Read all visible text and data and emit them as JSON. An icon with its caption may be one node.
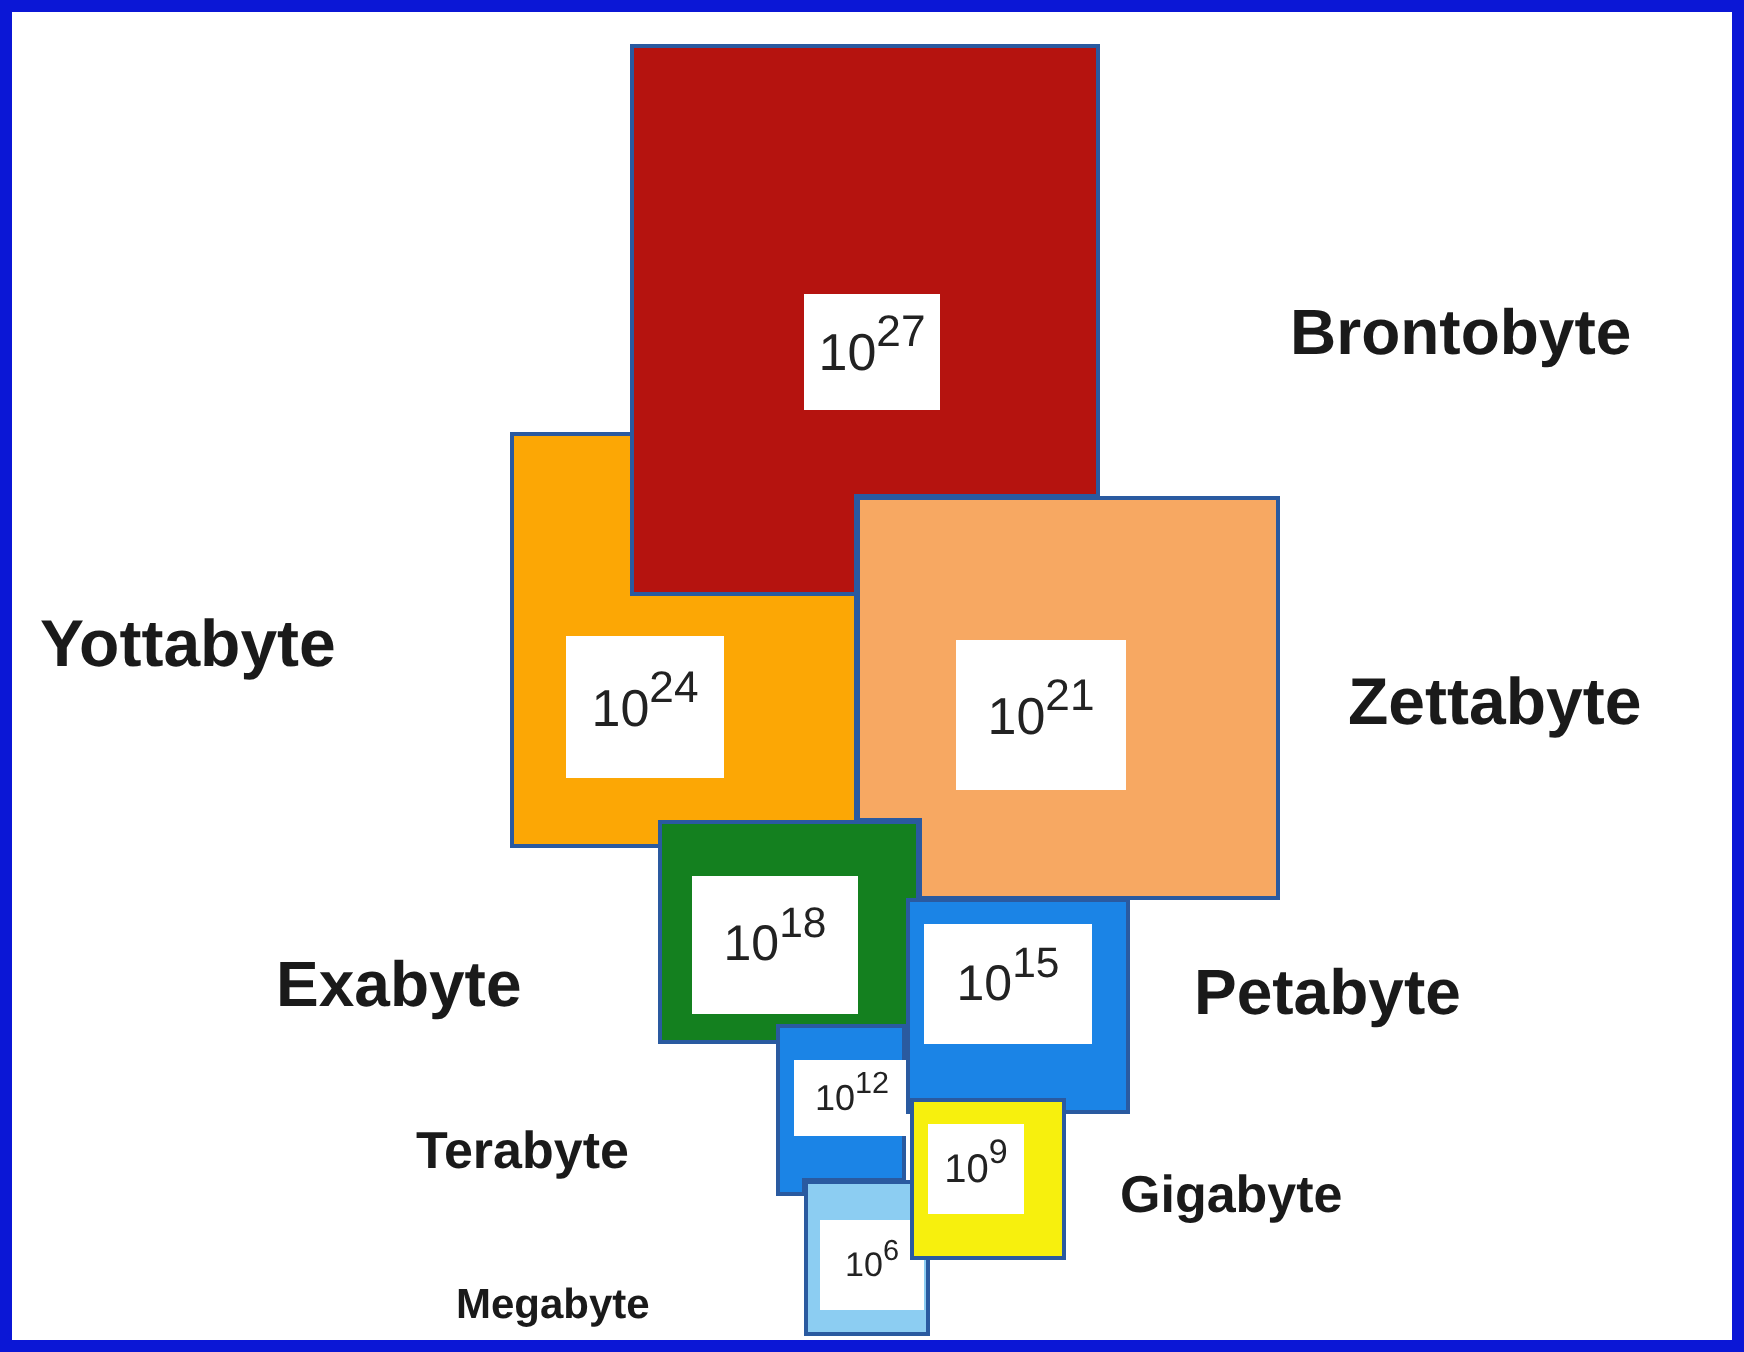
{
  "diagram": {
    "nodes": [
      {
        "text": [
          "10$^{27}$"
        ],
        "beside": [
          "Brontobyte"
        ]
      },
      {
        "text": [
          "10$^{24}$"
        ],
        "beside": [
          "Yottabyte"
        ]
      },
      {
        "text": [
          "10$^{21}$"
        ],
        "beside": [
          "Zettabyte"
        ]
      },
      {
        "text": [
          "10$^{18}$"
        ],
        "beside": [
          "Exabyte"
        ]
      },
      {
        "text": [
          "10$^{15}$"
        ],
        "beside": [
          "Petabyte"
        ]
      },
      {
        "text": [
          "10$^{12}$"
        ],
        "beside": [
          "Terabyte"
        ]
      },
      {
        "text": [
          "10$^{9}$"
        ],
        "beside": [
          "Gigabyte"
        ]
      },
      {
        "text": [
          "10$^{6}$"
        ],
        "beside": [
          "Megabyte"
        ]
      }
    ]
  }
}
